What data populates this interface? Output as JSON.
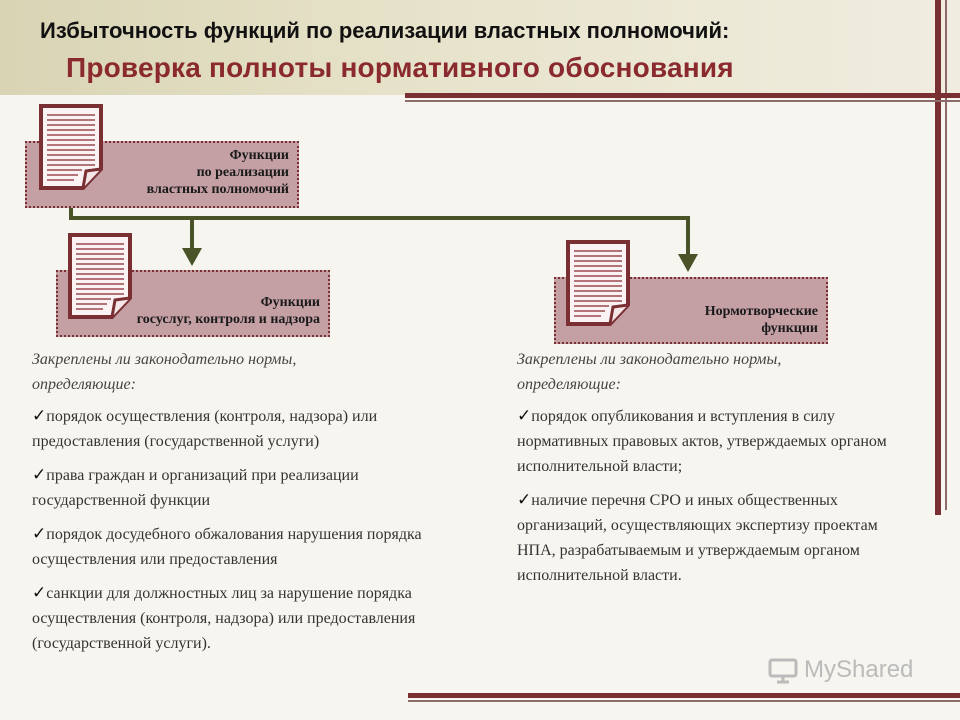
{
  "header": {
    "title": "Избыточность функций по реализации властных полномочий:",
    "subtitle": "Проверка полноты нормативного обоснования"
  },
  "boxes": {
    "top": {
      "lines": [
        "Функции",
        "по реализации",
        "властных полномочий"
      ]
    },
    "left": {
      "lines": [
        "Функции",
        "госуслуг, контроля и надзора"
      ]
    },
    "right": {
      "lines": [
        "Нормотворческие",
        "функции"
      ]
    }
  },
  "left_column": {
    "intro_1": "Закреплены ли законодательно нормы,",
    "intro_2": "определяющие:",
    "items": [
      "порядок осуществления (контроля, надзора) или предоставления (государственной услуги)",
      "права граждан и организаций при реализации государственной функции",
      "порядок досудебного обжалования нарушения порядка осуществления или предоставления",
      "санкции для должностных лиц за нарушение порядка осуществления (контроля, надзора) или предоставления (государственной услуги)."
    ]
  },
  "right_column": {
    "intro_1": "Закреплены ли законодательно нормы,",
    "intro_2": "определяющие:",
    "items": [
      "порядок опубликования и вступления в силу нормативных правовых актов, утверждаемых органом исполнительной власти;",
      "наличие перечня СРО и иных общественных организаций, осуществляющих экспертизу проектам НПА, разрабатываемым и утверждаемым органом исполнительной власти."
    ]
  },
  "check_mark": "✓",
  "watermark": "MyShared",
  "colors": {
    "accent": "#8a2a2e",
    "box_fill": "#c4a0a5",
    "connector": "#4a5228"
  }
}
